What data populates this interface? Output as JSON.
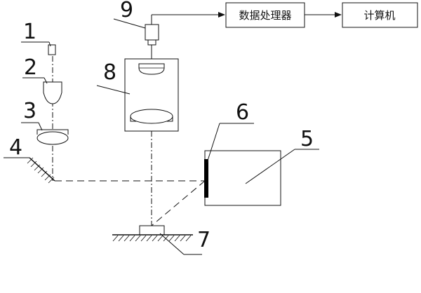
{
  "labels": {
    "n1": "1",
    "n2": "2",
    "n3": "3",
    "n4": "4",
    "n5": "5",
    "n6": "6",
    "n7": "7",
    "n8": "8",
    "n9": "9"
  },
  "boxes": {
    "data_processor": "数据处理器",
    "computer": "计算机"
  },
  "colors": {
    "ink": "#111111",
    "sensor": "#000000"
  }
}
